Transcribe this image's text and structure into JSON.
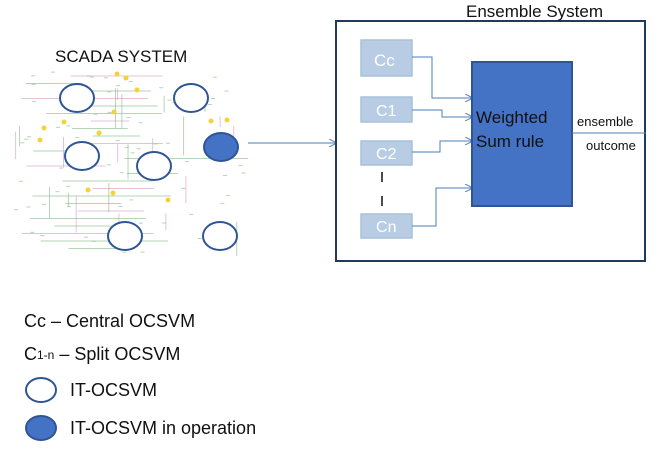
{
  "ensemble": {
    "title": "Ensemble System",
    "classifiers": [
      {
        "main": "C",
        "sub": "c"
      },
      {
        "main": "C",
        "sub": "1"
      },
      {
        "main": "C",
        "sub": "2"
      },
      {
        "main": "C",
        "sub": "n"
      }
    ],
    "rule_line1": "Weighted",
    "rule_line2": "Sum rule",
    "outcome_line1": "ensemble",
    "outcome_line2": "outcome"
  },
  "scada": {
    "title": "SCADA SYSTEM"
  },
  "legend": {
    "central_symbol": "Cc",
    "central_text": "– Central OCSVM",
    "split_symbol": "C",
    "split_sub": "1-n",
    "split_text": "– Split OCSVM",
    "idle_text": "IT-OCSVM",
    "active_text": "IT-OCSVM in operation"
  },
  "colors": {
    "frame": "#1f3a5f",
    "classifier_fill": "#b8cce4",
    "classifier_stroke": "#a9c0db",
    "rule_fill": "#4472c4",
    "rule_stroke": "#2f5597",
    "node_stroke": "#2f5597",
    "node_active": "#4472c4",
    "connector": "#4a7ebb",
    "network_green": "#8fbf8f",
    "network_pink": "#d9a0c8",
    "network_yellow": "#f2d33a"
  },
  "icons": [
    "it-ocsvm-icon",
    "active-it-ocsvm-icon",
    "scada-network-icon"
  ]
}
